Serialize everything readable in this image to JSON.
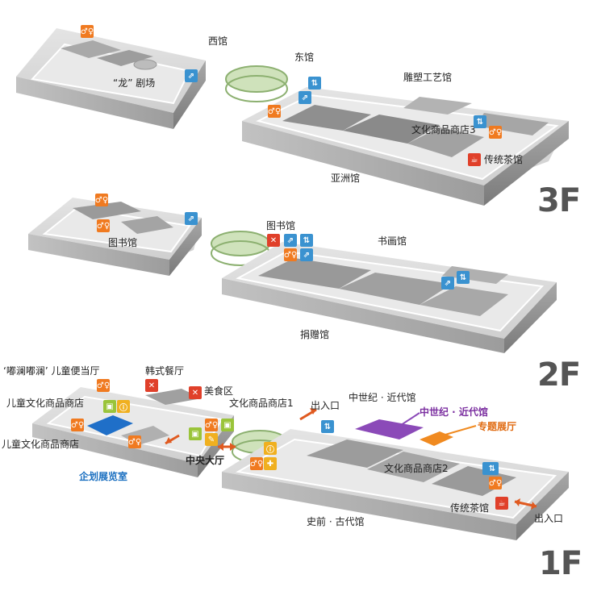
{
  "floors": {
    "f3": {
      "badge": "3F",
      "labels": {
        "west_hall": "西馆",
        "east_hall": "东馆",
        "dragon_theater": "“龙” 剧场",
        "sculpture_craft": "雕塑工艺馆",
        "shop3": "文化商品商店3",
        "tea_house": "传统茶馆",
        "asia_hall": "亚洲馆"
      }
    },
    "f2": {
      "badge": "2F",
      "labels": {
        "library_west": "图书馆",
        "library_east": "图书馆",
        "calligraphy": "书画馆",
        "donation": "捐赠馆"
      }
    },
    "f1": {
      "badge": "1F",
      "labels": {
        "kids_lunch": "‘嘟澜嘟澜’ 儿童便当厅",
        "korean_restaurant": "韩式餐厅",
        "food_court": "美食区",
        "kids_shop_top": "儿童文化商品商店",
        "kids_shop_bottom": "儿童文化商品商店",
        "shop1": "文化商品商店1",
        "entrance_top": "出入口",
        "medieval_label": "中世纪 · 近代馆",
        "medieval_highlight": "中世纪 · 近代馆",
        "special_exhibit": "专题展厅",
        "central_hall": "中央大厅",
        "planning_exhibit": "企划展览室",
        "shop2": "文化商品商店2",
        "tea_house": "传统茶馆",
        "entrance_right": "出入口",
        "prehistory": "史前 · 古代馆"
      }
    }
  },
  "colors": {
    "building_top": "#d9d9d9",
    "building_side": "#8f8f8f",
    "building_front": "#b5b5b5",
    "room_dark": "#9a9a9a",
    "corridor_white": "#f2f2f2",
    "bridge_green": "#a8c88a",
    "highlight_purple": "#8b4ab8",
    "highlight_orange": "#f08a20",
    "highlight_blue": "#1f6fc8",
    "arrow_orange": "#e05a20"
  },
  "icons": {
    "wc": "restroom-icon",
    "lift": "elevator-icon",
    "esc": "escalator-icon",
    "food": "restaurant-icon",
    "shop": "shop-icon",
    "info": "information-icon",
    "aid": "first-aid-icon",
    "tea": "teahouse-icon"
  }
}
